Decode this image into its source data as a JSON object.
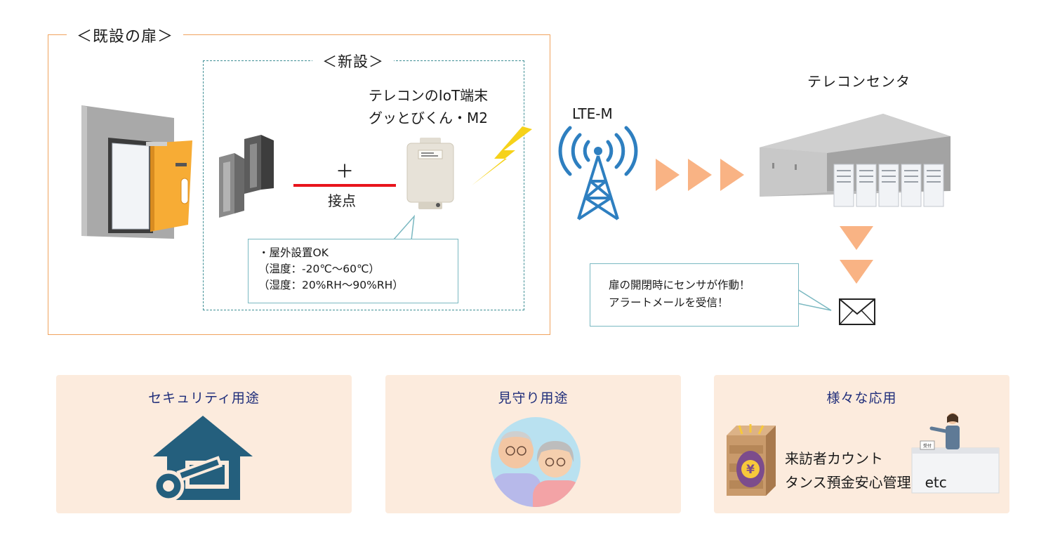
{
  "existing_door": {
    "title": "＜既設の扉＞"
  },
  "new_install": {
    "title": "＜新設＞"
  },
  "device": {
    "line1": "テレコンのIoT端末",
    "line2": "グッとびくん・M2",
    "plus": "＋",
    "contact": "接点"
  },
  "spec": {
    "line1": "・屋外設置OK",
    "line2": "（温度：-20℃～60℃）",
    "line3": "（湿度：20%RH～90%RH）"
  },
  "network": {
    "label": "LTE-M"
  },
  "center": {
    "label": "テレコンセンタ"
  },
  "alert": {
    "line1": "扉の開閉時にセンサが作動！",
    "line2": "アラートメールを受信！"
  },
  "cards": [
    {
      "title": "セキュリティ用途"
    },
    {
      "title": "見守り用途"
    },
    {
      "title": "様々な応用"
    }
  ],
  "applications": {
    "line1": "来訪者カウント",
    "line2": "タンス預金安心管理　etc",
    "yen": "¥",
    "reception": "受付"
  },
  "colors": {
    "outer_frame": "#f0a35e",
    "inner_frame": "#3f8f95",
    "contact_line": "#e8141c",
    "arrow": "#f9b384",
    "card_bg": "#fcebdd",
    "card_title": "#1f2d7a",
    "house": "#245f7d",
    "antenna": "#2e7fc0",
    "door": "#f7ac35",
    "lightning": "#f6d21a"
  },
  "icons": [
    "door-icon",
    "sensor-icon",
    "iot-device-icon",
    "lightning-icon",
    "antenna-icon",
    "arrow-icon",
    "datacenter-icon",
    "envelope-icon",
    "house-key-icon",
    "elderly-couple-icon",
    "safe-yen-icon",
    "receptionist-icon"
  ]
}
